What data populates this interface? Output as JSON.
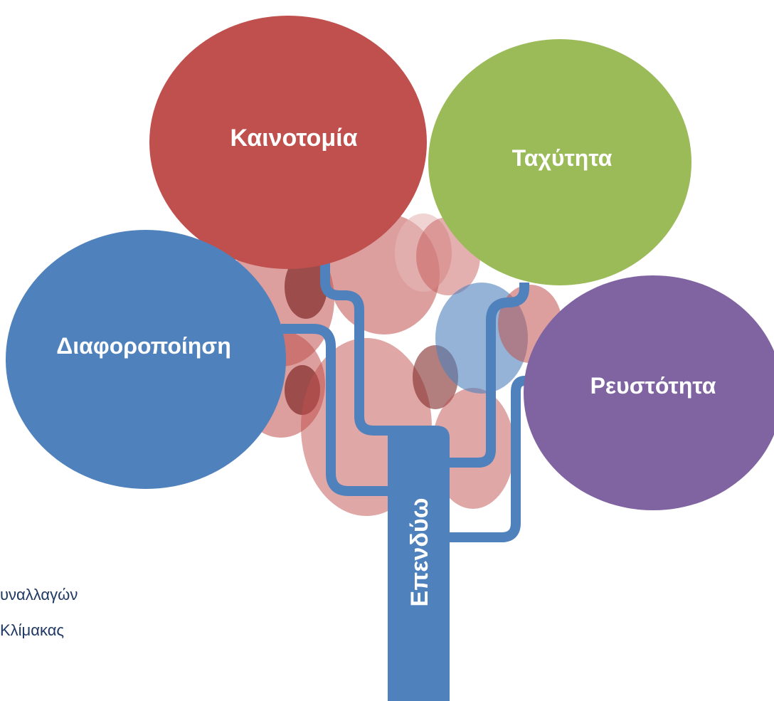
{
  "trunk": {
    "label": "Επενδύω",
    "color": "#4f81bd"
  },
  "nodes": {
    "innovation": {
      "label": "Καινοτομία",
      "color": "#c0504d"
    },
    "speed": {
      "label": "Ταχύτητα",
      "color": "#9bbb59"
    },
    "diversification": {
      "label": "Διαφοροποίηση",
      "color": "#4f81bd"
    },
    "liquidity": {
      "label": "Ρευστότητα",
      "color": "#8064a2"
    }
  },
  "side_text": {
    "line1": "υναλλαγών",
    "line2": "Κλίμακας"
  },
  "colors": {
    "foliage_dark": "#c0504d",
    "foliage_light": "#e6b8b7",
    "foliage_blue": "#4f81bd",
    "branch": "#4f81bd",
    "text": "#1f3864"
  }
}
